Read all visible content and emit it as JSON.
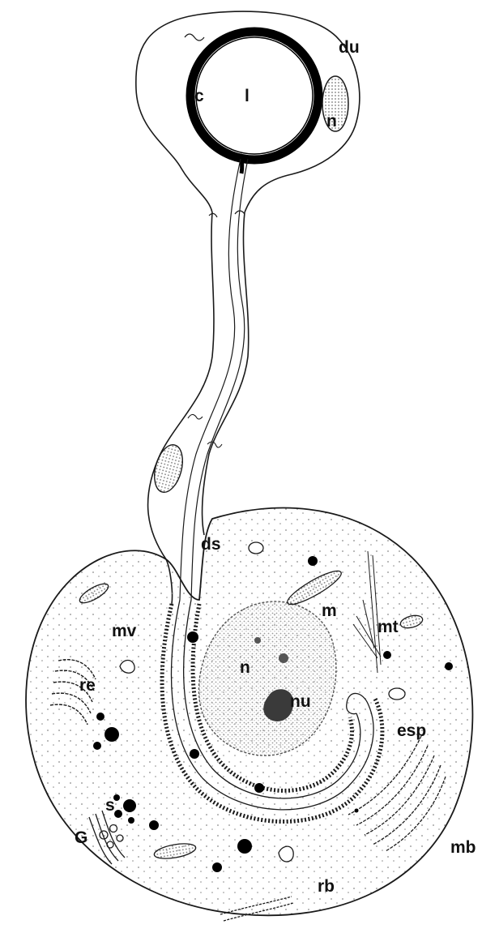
{
  "diagram": {
    "labels": {
      "du": "du",
      "c": "c",
      "l": "l",
      "n_upper": "n",
      "ds": "ds",
      "m": "m",
      "mt": "mt",
      "mv": "mv",
      "re": "re",
      "n_nucleus": "n",
      "nu": "nu",
      "esp": "esp",
      "s": "s",
      "G": "G",
      "mb": "mb",
      "rb": "rb"
    },
    "colors": {
      "ink": "#1a1a1a",
      "cuticle": "#000000",
      "cytoplasm_dots": "#8a8a8a",
      "nucleus_stipple": "#9a9a9a",
      "background": "#ffffff"
    }
  }
}
